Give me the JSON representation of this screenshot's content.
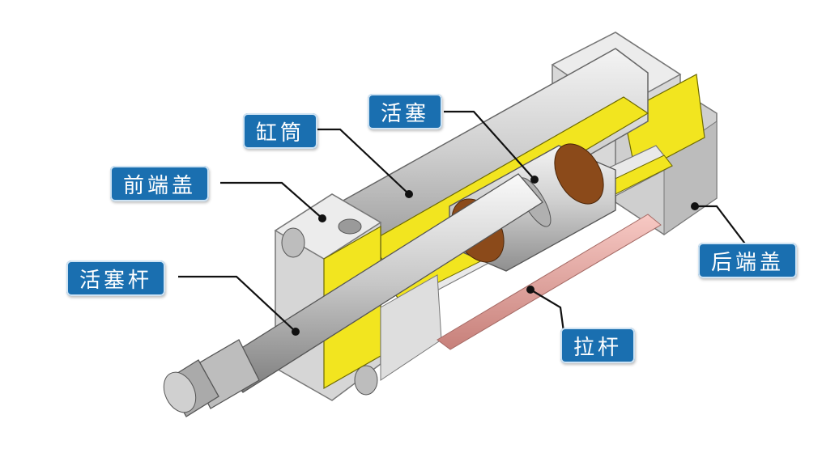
{
  "labels": {
    "cylinder_barrel": "缸筒",
    "piston": "活塞",
    "front_end_cap": "前端盖",
    "piston_rod": "活塞杆",
    "rear_end_cap": "后端盖",
    "tie_rod": "拉杆"
  },
  "colors": {
    "label_bg": "#1a6fb0",
    "label_text": "#ffffff",
    "metal": "#c9c9c9",
    "cut_section": "#f2e51f",
    "tie_rod": "#e8a6a0",
    "seal": "#8b4a1a"
  }
}
